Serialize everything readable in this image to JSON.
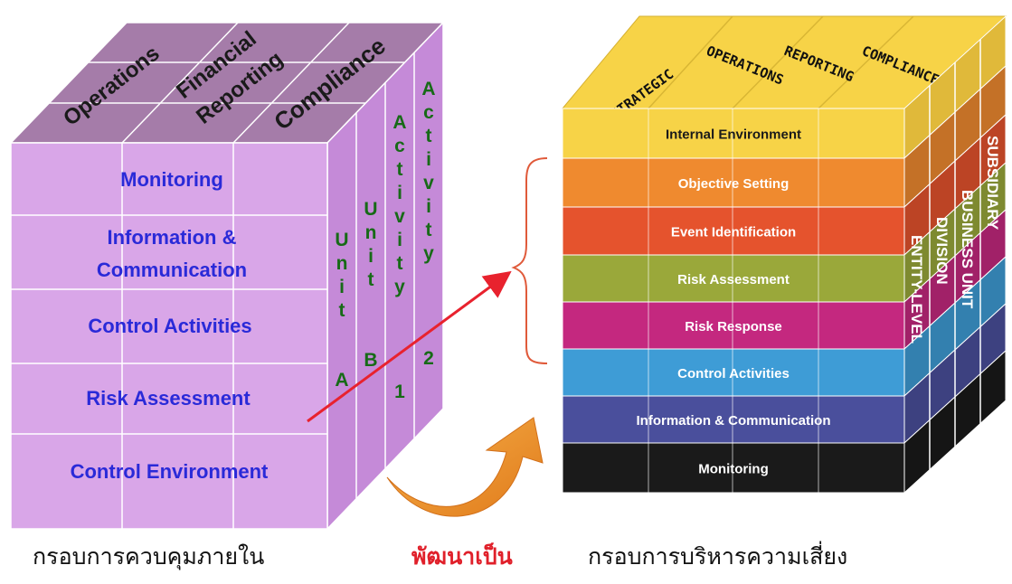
{
  "coso_cube": {
    "top_labels": [
      "Operations",
      "Financial",
      "Reporting",
      "Compliance"
    ],
    "front_rows": [
      "Monitoring",
      "Information &",
      "Communication",
      "Control  Activities",
      "Risk  Assessment",
      "Control Environment"
    ],
    "side_columns": [
      {
        "letters": [
          "U",
          "n",
          "i",
          "t"
        ],
        "suffix": "A"
      },
      {
        "letters": [
          "U",
          "n",
          "i",
          "t"
        ],
        "suffix": "B"
      },
      {
        "letters": [
          "A",
          "c",
          "t",
          "i",
          "v",
          "i",
          "t",
          "y"
        ],
        "suffix": "1"
      },
      {
        "letters": [
          "A",
          "c",
          "t",
          "i",
          "v",
          "i",
          "t",
          "y"
        ],
        "suffix": "2"
      }
    ],
    "colors": {
      "face": "#d9a6e8",
      "top": "#a57ca9",
      "side": "#c58ad8",
      "text": "#2a2ad8",
      "side_text": "#176a17"
    }
  },
  "erm_cube": {
    "top_labels": [
      "STRATEGIC",
      "OPERATIONS",
      "REPORTING",
      "COMPLIANCE"
    ],
    "layers": [
      {
        "label": "Internal Environment",
        "color": "#f7d347"
      },
      {
        "label": "Objective Setting",
        "color": "#ef8a2f"
      },
      {
        "label": "Event Identification",
        "color": "#e5532d"
      },
      {
        "label": "Risk Assessment",
        "color": "#9aa83a"
      },
      {
        "label": "Risk Response",
        "color": "#c4287f"
      },
      {
        "label": "Control Activities",
        "color": "#3e9cd6"
      },
      {
        "label": "Information & Communication",
        "color": "#4a4f9c"
      },
      {
        "label": "Monitoring",
        "color": "#1a1a1a"
      }
    ],
    "side_labels": [
      "ENTITY-LEVEL",
      "DIVISION",
      "BUSINESS UNIT",
      "SUBSIDIARY"
    ]
  },
  "captions": {
    "left": "กรอบการควบคุมภายใน",
    "middle": "พัฒนาเป็น",
    "right": "กรอบการบริหารความเสี่ยง"
  }
}
